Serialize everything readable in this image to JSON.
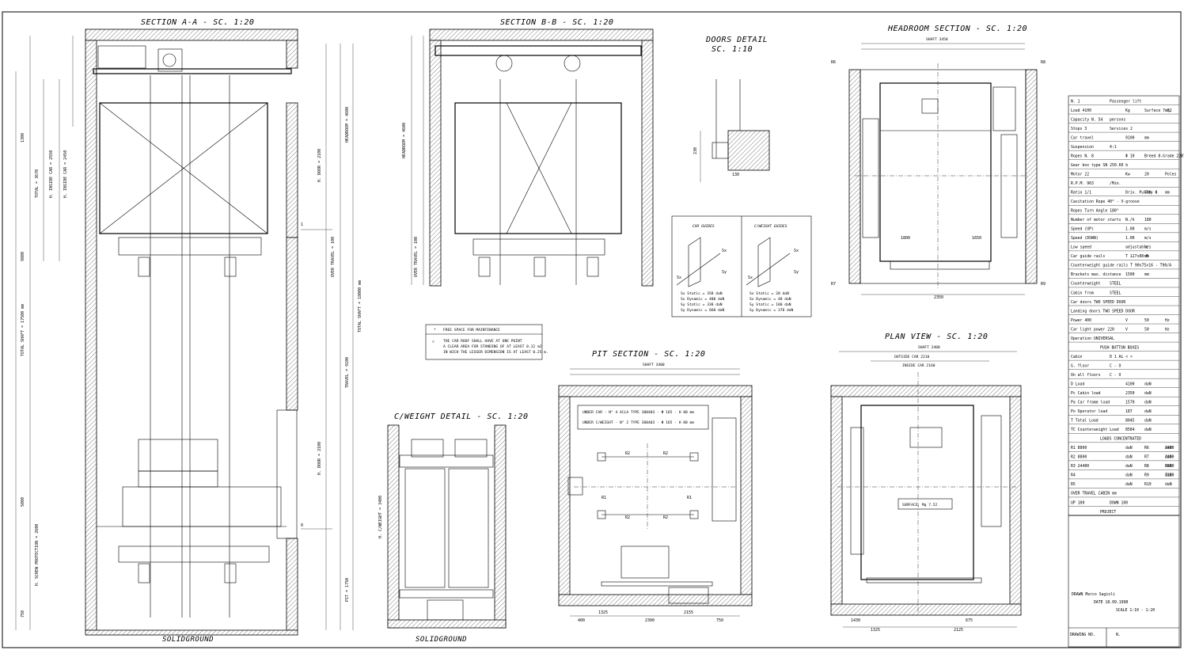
{
  "titles": {
    "section_aa": "SECTION A-A - SC. 1:20",
    "section_bb": "SECTION B-B - SC. 1:20",
    "doors_detail_1": "DOORS DETAIL",
    "doors_detail_2": "SC. 1:10",
    "headroom": "HEADROOM SECTION - SC. 1:20",
    "pit": "PIT SECTION - SC. 1:20",
    "plan": "PLAN VIEW - SC. 1:20",
    "cweight": "C/WEIGHT DETAIL - SC. 1:20"
  },
  "ground": {
    "left": "SOLIDGROUND",
    "middle": "SOLIDGROUND"
  },
  "guides": {
    "car_title": "CAR GUIDES",
    "cw_title": "C/WEIGHT GUIDES",
    "sx": "Sx",
    "sy": "Sy",
    "car_notes": [
      "Sx Static = 358 daN",
      "Sx Dynamic = 400 daN",
      "Sy Static = 330 daN",
      "Sy Dynamic = 660 daN"
    ],
    "cw_notes": [
      "Sx Static = 20 daN",
      "Sx Dynamic = 40 daN",
      "Sy Static = 180 daN",
      "Sy Dynamic = 370 daN"
    ]
  },
  "notes": {
    "line1": "FREE SPACE FOR MAINTENANCE",
    "line2": "THE CAR ROOF SHALL HAVE AT ONE POINT",
    "line3": "A CLEAR AREA FOR STANDING OF AT LEAST 0.12 m2",
    "line4": "IN WICH THE LESSER DIMENSION IS AT LEAST 0.25 m."
  },
  "pit_boxes": {
    "car": "UNDER CAR - N° 4 ACLA TYPE 300403 - Φ 165 - H 80 mm",
    "cw": "UNDER C/WEIGHT - N° 2 TYPE 300403 - Φ 165 - H 80 mm"
  },
  "labels": {
    "r1": "R1",
    "r2": "R2",
    "r6": "R6",
    "r7": "R7",
    "r8": "R8",
    "r9": "R9",
    "surface": "SURFACE, Mq 7.52",
    "shaft_3400": "SHAFT 3400",
    "shaft_3450": "SHAFT 3450",
    "outside_car": "OUTSIDE CAR 2210",
    "inside_car": "INSIDE CAR 2160",
    "shaft_2400": "SHAFT 2400",
    "travel": "TOTAL SHAFT = 18000 mm",
    "pit_depth": "PIT = 1750",
    "headroom_v": "HEADROOM = 4600"
  },
  "dims_bottom_pit": [
    "1325",
    "2300",
    "2155",
    "400",
    "750"
  ],
  "dims_bottom_plan": [
    "1325",
    "2125",
    "675",
    "1430"
  ],
  "spec_rows": [
    [
      "N. 1",
      "Passenger lift"
    ],
    [
      "Load 4100",
      "Kg",
      "Surface 7.52",
      "mq."
    ],
    [
      "Capacity N. 54",
      "persons"
    ],
    [
      "Stops 3",
      "Services 2"
    ],
    [
      "Car travel",
      "9100",
      "mm"
    ],
    [
      "Suspension",
      "4:1"
    ],
    [
      "Ropes N. 8",
      "Φ 10",
      "Breed 8-Grade 2207"
    ],
    [
      "Gear box type SN 250.60 b"
    ],
    [
      "Motor 22",
      "Kw",
      "20",
      "Poles"
    ],
    [
      "R.P.M. 963",
      "/Min."
    ],
    [
      "Ratio 1/1",
      "Driv. Pulley Φ",
      "400",
      "mm"
    ],
    [
      "Cavitation Rope 40° - V-groove"
    ],
    [
      "Ropes Turn Angle 180°"
    ],
    [
      "Number of motor starts",
      "N./h",
      "180"
    ],
    [
      "Speed (UP)",
      "1.00",
      "m/s"
    ],
    [
      "Speed (DOWN)",
      "1.00",
      "m/s"
    ],
    [
      "Low speed",
      "adjustable",
      "m/s"
    ],
    [
      "Car guide rails",
      "T 127x88-B",
      "mm"
    ],
    [
      "Counterweight guide rails T 90x75x16 - T90/A"
    ],
    [
      "Brackets max. distance",
      "1500",
      "mm"
    ],
    [
      "Counterweight",
      "STEEL"
    ],
    [
      "Cabin from",
      "STEEL"
    ],
    [
      "Car doors TWO SPEED DOOR"
    ],
    [
      "Landing doors TWO SPEED DOOR"
    ],
    [
      "Power 400",
      "V",
      "50",
      "Hz"
    ],
    [
      "Car light power 220",
      "V",
      "50",
      "Hz"
    ],
    [
      "Operation UNIVERSAL"
    ],
    [
      "PUSH BUTTON BOXES"
    ],
    [
      "Cabin",
      "D 1 AL < >"
    ],
    [
      "G. floor",
      "C - O"
    ],
    [
      "On all floors",
      "C - O"
    ],
    [
      "D  Load",
      "4100",
      "daN"
    ],
    [
      "Pc  Cabin load",
      "2350",
      "daN"
    ],
    [
      "Pa  Car frame load",
      "1570",
      "daN"
    ],
    [
      "Po  Operator load",
      "187",
      "daN"
    ],
    [
      "T  Total Load",
      "8045",
      "daN"
    ],
    [
      "TC  Counterweight Load",
      "8584",
      "daN"
    ],
    [
      "LOADS CONCENTRATED"
    ],
    [
      "R1  8800",
      "daN",
      "R6",
      "2400",
      "daN"
    ],
    [
      "R2  8800",
      "daN",
      "R7",
      "2400",
      "daN"
    ],
    [
      "R3  24400",
      "daN",
      "R8",
      "5800",
      "daN"
    ],
    [
      "R4",
      "daN",
      "R9",
      "7100",
      "daN"
    ],
    [
      "R5",
      "daN",
      "R10",
      "daN"
    ],
    [
      "OVER TRAVEL CABIN mm"
    ],
    [
      "UP 100",
      "DOWN 100"
    ],
    [
      "PROJECT"
    ]
  ],
  "title_block": {
    "drawn": "DRAWN Marco Sagioli",
    "date": "DATE 18.09.1998",
    "scale": "SCALE 1:10 - 1:20",
    "drawing_no": "DRAWING NO.",
    "drawing_no_val": "N."
  }
}
